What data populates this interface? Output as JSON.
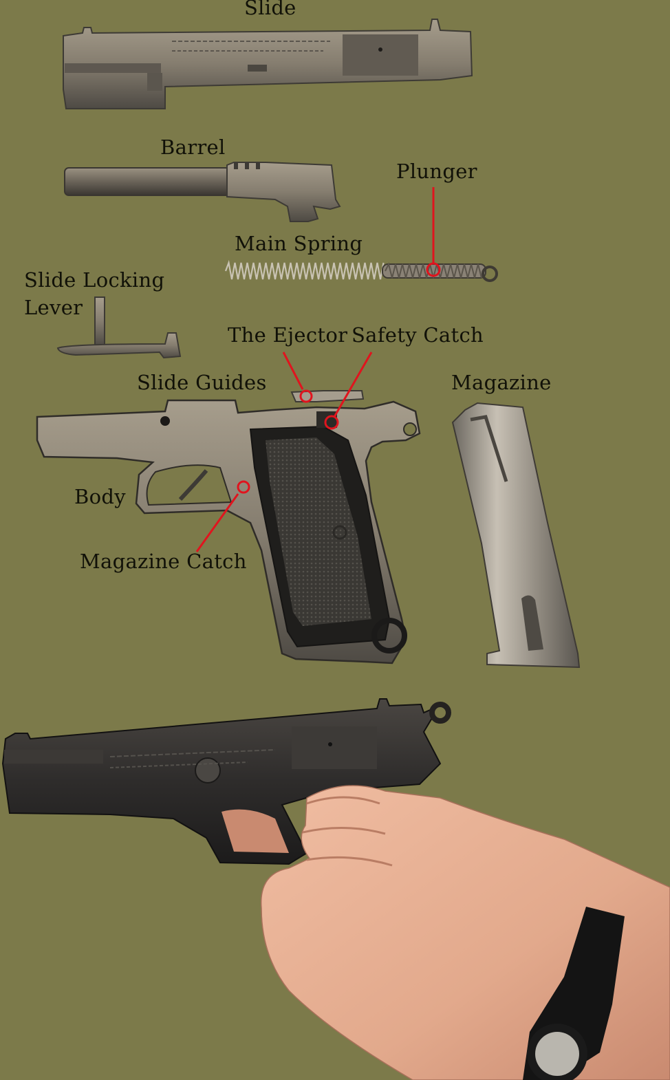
{
  "labels": {
    "slide": "Slide",
    "barrel": "Barrel",
    "plunger": "Plunger",
    "main_spring": "Main Spring",
    "slide_locking_lever_line1": "Slide Locking",
    "slide_locking_lever_line2": "Lever",
    "the_ejector": "The Ejector",
    "safety_catch": "Safety Catch",
    "slide_guides": "Slide Guides",
    "magazine": "Magazine",
    "body": "Body",
    "magazine_catch": "Magazine Catch"
  },
  "colors": {
    "background": "#7c7a4a",
    "callout": "#e0141e",
    "metal_light": "#8f8777",
    "metal_dark": "#2a2826",
    "skin": "#e4ac90"
  }
}
